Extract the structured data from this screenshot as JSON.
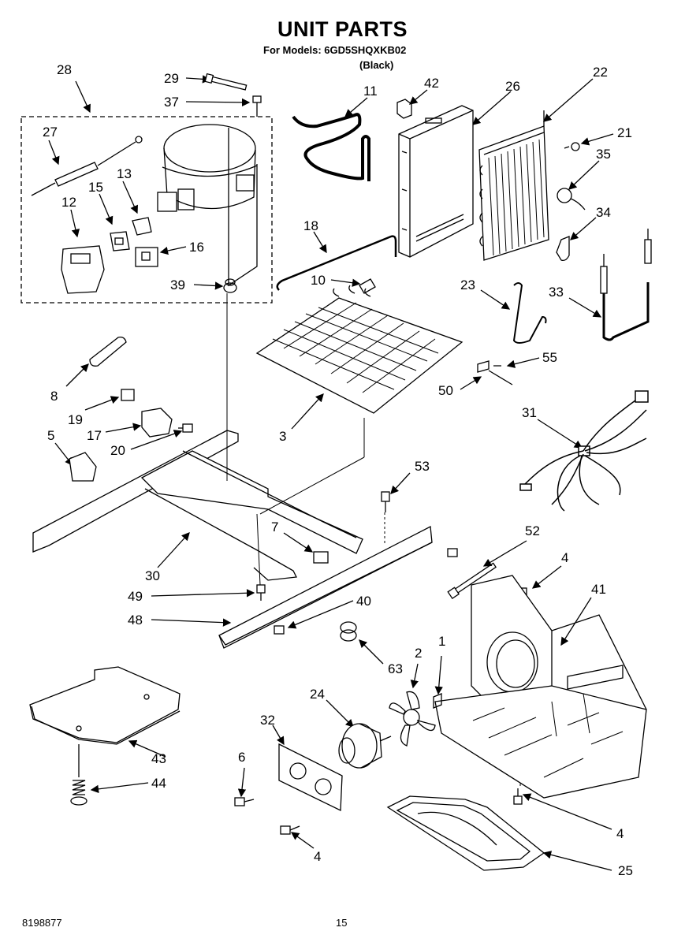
{
  "header": {
    "title": "UNIT PARTS",
    "models_line": "For Models: 6GD5SHQXKB02",
    "color_line": "(Black)"
  },
  "footer": {
    "doc_number": "8198877",
    "page_number": "15"
  },
  "callouts": {
    "c28": "28",
    "c29": "29",
    "c37": "37",
    "c11": "11",
    "c42": "42",
    "c26": "26",
    "c22": "22",
    "c27": "27",
    "c13": "13",
    "c15": "15",
    "c12": "12",
    "c16": "16",
    "c39": "39",
    "c21": "21",
    "c35": "35",
    "c34": "34",
    "c18": "18",
    "c10": "10",
    "c23": "23",
    "c33": "33",
    "c8": "8",
    "c19": "19",
    "c17": "17",
    "c20": "20",
    "c5": "5",
    "c3": "3",
    "c55": "55",
    "c50": "50",
    "c31": "31",
    "c53": "53",
    "c7": "7",
    "c30": "30",
    "c49": "49",
    "c48": "48",
    "c40": "40",
    "c52": "52",
    "c4a": "4",
    "c41": "41",
    "c63": "63",
    "c2": "2",
    "c1": "1",
    "c24": "24",
    "c32": "32",
    "c43": "43",
    "c6": "6",
    "c44": "44",
    "c4b": "4",
    "c4c": "4",
    "c25": "25"
  }
}
